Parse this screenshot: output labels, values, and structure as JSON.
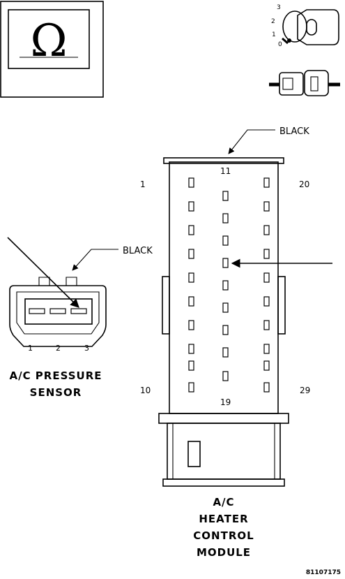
{
  "ohm_symbol": "Ω",
  "ignition_positions": [
    "3",
    "2",
    "1",
    "0"
  ],
  "sensor": {
    "wire_color": "BLACK",
    "pin_labels": [
      "1",
      "2",
      "3"
    ],
    "title_line1": "A/C PRESSURE",
    "title_line2": "SENSOR"
  },
  "module": {
    "wire_color": "BLACK",
    "pin_labels": {
      "top_left": "1",
      "top_center": "11",
      "top_right": "20",
      "bottom_left": "10",
      "bottom_center": "19",
      "bottom_right": "29"
    },
    "title_line1": "A/C",
    "title_line2": "HEATER",
    "title_line3": "CONTROL",
    "title_line4": "MODULE"
  },
  "figure_id": "81107175"
}
